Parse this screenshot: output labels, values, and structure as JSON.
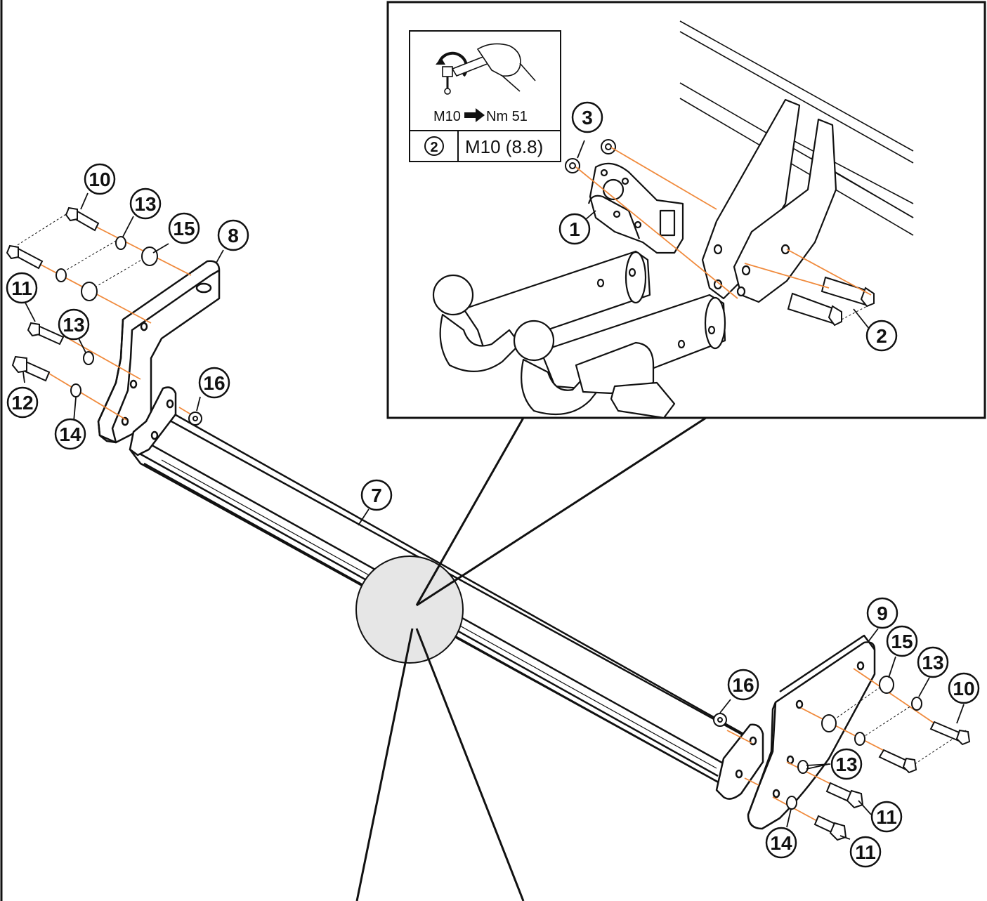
{
  "torque_box": {
    "torque_text": "M10",
    "torque_value": "Nm 51",
    "bolt_ref": "2",
    "bolt_spec": "M10 (8.8)"
  },
  "callouts": {
    "c1": "1",
    "c2": "2",
    "c3": "3",
    "c7": "7",
    "c8": "8",
    "c9": "9",
    "c10_left": "10",
    "c10_right": "10",
    "c11_left": "11",
    "c11_right_a": "11",
    "c11_right_b": "11",
    "c12": "12",
    "c13_left_a": "13",
    "c13_left_b": "13",
    "c13_right_a": "13",
    "c13_right_b": "13",
    "c14_left": "14",
    "c14_right": "14",
    "c15_left": "15",
    "c15_right": "15",
    "c16_left": "16",
    "c16_right": "16"
  },
  "colors": {
    "line": "#1a1a1a",
    "bolt_axis": "#f08a3c",
    "zoom_circle": "#e6e6e6"
  }
}
